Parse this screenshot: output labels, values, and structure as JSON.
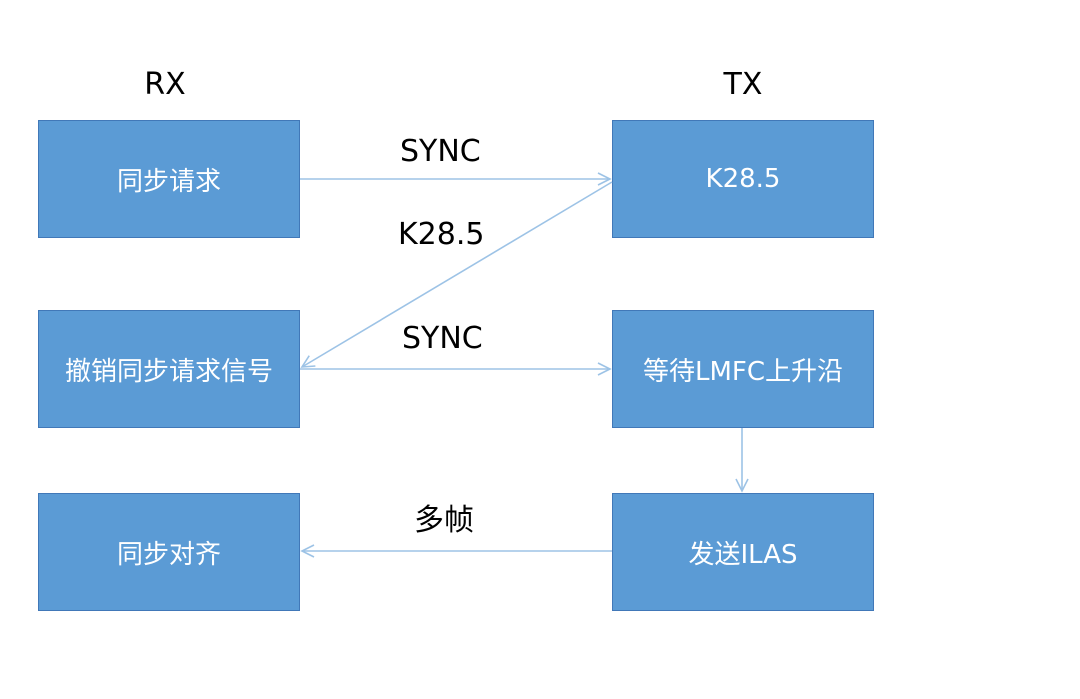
{
  "colors": {
    "box_fill": "#5b9bd5",
    "box_border": "#4178b8",
    "arrow": "#9dc3e6",
    "text_on_box": "#ffffff",
    "label_text": "#000000"
  },
  "headers": {
    "rx": "RX",
    "tx": "TX"
  },
  "boxes": {
    "rx_sync_request": "同步请求",
    "rx_deassert_sync": "撤销同步请求信号",
    "rx_sync_align": "同步对齐",
    "tx_k285": "K28.5",
    "tx_wait_lmfc": "等待LMFC上升沿",
    "tx_send_ilas": "发送ILAS"
  },
  "edges": {
    "sync_1": "SYNC",
    "k285_back": "K28.5",
    "sync_2": "SYNC",
    "multiframe": "多帧"
  }
}
